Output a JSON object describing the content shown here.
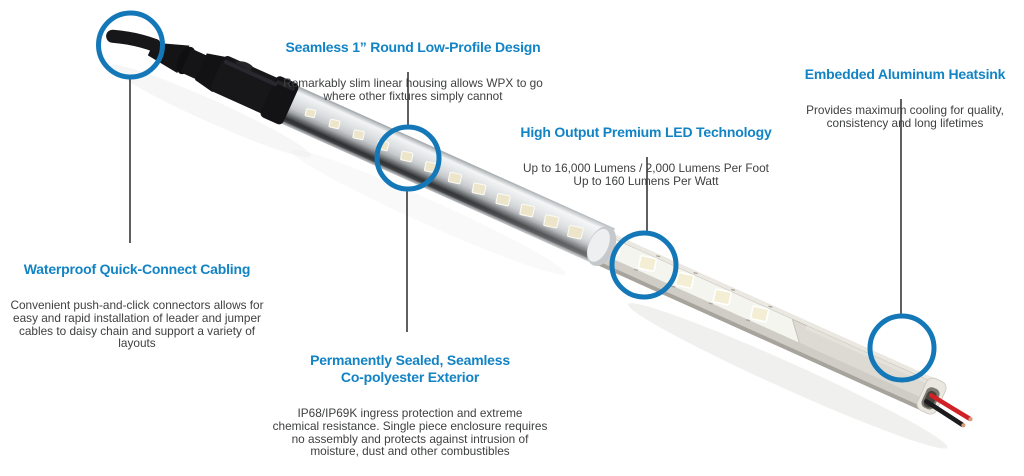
{
  "colors": {
    "accent_blue": "#1283c4",
    "circle_blue": "#1478b8",
    "line_color": "#2b2b2d",
    "body_text": "#3f4041",
    "background": "#ffffff",
    "wire_red": "#d02127",
    "wire_black": "#1c1c1e"
  },
  "callouts": [
    {
      "id": "seamless-design",
      "title": "Seamless 1” Round Low-Profile Design",
      "body": "Remarkably slim linear housing allows WPX to go\nwhere other fixtures simply cannot"
    },
    {
      "id": "aluminum-heatsink",
      "title": "Embedded Aluminum Heatsink",
      "body": "Provides maximum cooling for quality,\nconsistency and long lifetimes"
    },
    {
      "id": "led-technology",
      "title": "High Output Premium LED Technology",
      "body": "Up to 16,000 Lumens / 2,000 Lumens Per Foot\nUp to 160 Lumens Per Watt"
    },
    {
      "id": "quick-connect-cabling",
      "title": "Waterproof Quick-Connect Cabling",
      "body": "Convenient push-and-click connectors allows for\neasy and rapid installation of leader and jumper\ncables to daisy chain and support a variety of\nlayouts"
    },
    {
      "id": "sealed-exterior",
      "title": "Permanently Sealed, Seamless\nCo-polyester Exterior",
      "body": "IP68/IP69K ingress protection and extreme\nchemical resistance. Single piece enclosure requires\nno assembly and protects against intrusion of\nmoisture, dust and other combustibles"
    }
  ]
}
